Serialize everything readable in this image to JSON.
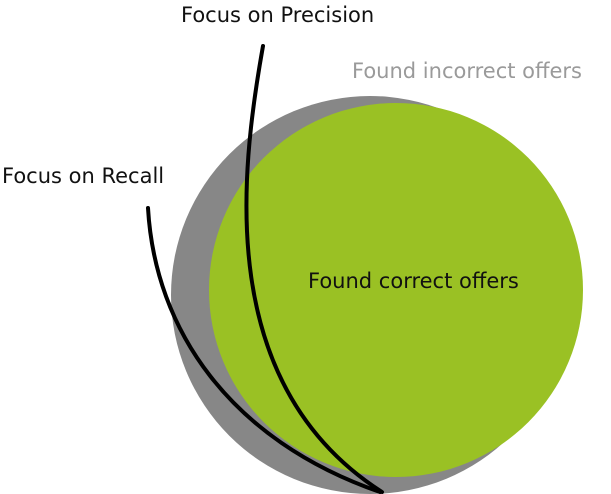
{
  "labels": {
    "precision": "Focus on Precision",
    "incorrect": "Found incorrect offers",
    "recall": "Focus on Recall",
    "correct": "Found correct offers"
  },
  "colors": {
    "correct_offers": "#9ac124",
    "incorrect_offers": "#878787",
    "curve": "#000000",
    "incorrect_label": "#9a9a9a",
    "text": "#111111"
  }
}
